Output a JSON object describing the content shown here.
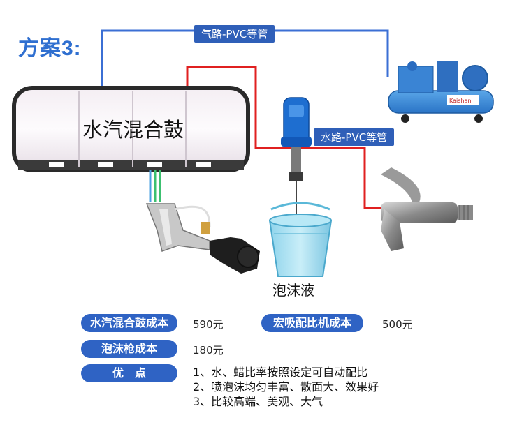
{
  "title": "方案3:",
  "labels": {
    "air_pipe": "气路-PVC等管",
    "water_pipe": "水路-PVC等管",
    "drum": "水汽混合鼓",
    "foam_liquid": "泡沫液",
    "compressor_brand": "Kaishan"
  },
  "costs": {
    "drum_cost_label": "水汽混合鼓成本",
    "drum_cost_value": "590元",
    "mixer_cost_label": "宏吸配比机成本",
    "mixer_cost_value": "500元",
    "gun_cost_label": "泡沫枪成本",
    "gun_cost_value": "180元"
  },
  "advantages": {
    "label": "优　点",
    "items": [
      "1、水、蜡比率按照设定可自动配比",
      "2、喷泡沫均匀丰富、散面大、效果好",
      "3、比较高端、美观、大气"
    ]
  },
  "colors": {
    "air_line": "#3b6fd4",
    "water_line": "#e02020",
    "accent": "#2f63c4"
  }
}
